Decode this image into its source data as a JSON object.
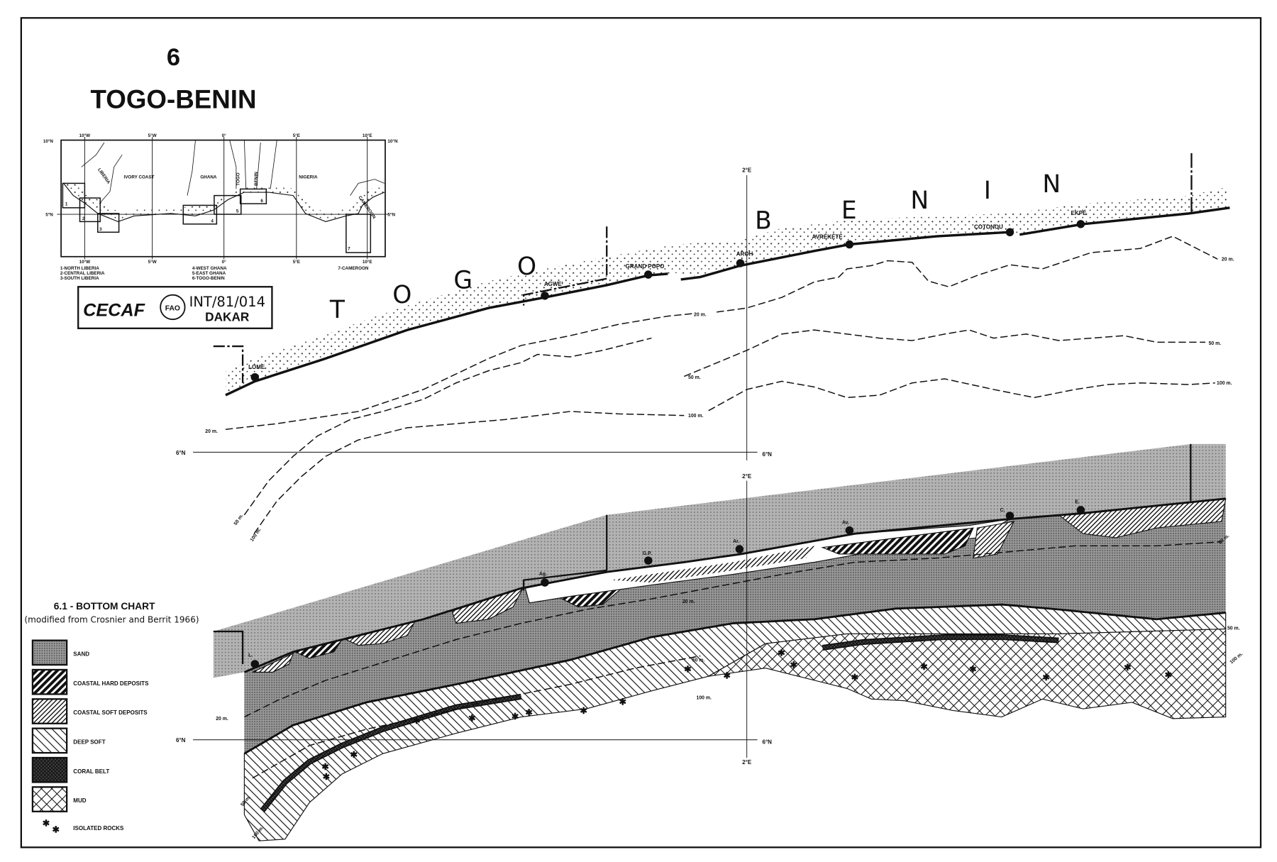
{
  "header": {
    "number": "6",
    "title": "TOGO-BENIN"
  },
  "inset": {
    "lat_labels": [
      "10°N",
      "5°N"
    ],
    "lon_labels": [
      "10°W",
      "5°W",
      "0°",
      "5°E",
      "10°E"
    ],
    "countries": [
      "IVORY COAST",
      "GHANA",
      "TOGO",
      "BENIN",
      "NIGERIA",
      "LIBERIA",
      "CAMEROON"
    ],
    "box_numbers": [
      "1",
      "2",
      "3",
      "4",
      "5",
      "6",
      "7"
    ],
    "key": [
      "1-NORTH LIBERIA",
      "2-CENTRAL LIBERIA",
      "3-SOUTH LIBERIA",
      "4-WEST GHANA",
      "5-EAST GHANA",
      "6-TOGO-BENIN",
      "7-CAMEROON"
    ]
  },
  "badge": {
    "org": "CECAF",
    "logo_text": "FAO",
    "project": "INT/81/014",
    "city": "DAKAR"
  },
  "upper_map": {
    "country_letters_togo": [
      "T",
      "O",
      "G",
      "O"
    ],
    "country_letters_benin": [
      "B",
      "E",
      "N",
      "I",
      "N"
    ],
    "towns": [
      "LOME",
      "AGWE'",
      "GRAND POPO",
      "AROH",
      "AVRÉKÉTÉ",
      "COTONOU",
      "EKPÉ"
    ],
    "meridian": "2°E",
    "parallel": "6°N",
    "depths": [
      "20 m.",
      "20 m.",
      "20 m.",
      "50 m.",
      "50 m.",
      "50 m.",
      "100 m.",
      "100 m.",
      "100 m."
    ]
  },
  "bottom_chart": {
    "title": "6.1 - BOTTOM CHART",
    "subtitle": "(modified from Crosnier and Berrit 1966)",
    "towns": [
      "L.",
      "Ag.",
      "G.P.",
      "Ar.",
      "Av.",
      "C.",
      "E."
    ],
    "meridian": "2°E",
    "parallel": "6°N",
    "depths": [
      "20 m.",
      "20 m.",
      "20 m.",
      "50 m.",
      "50 m.",
      "50 m.",
      "100 m.",
      "100 m.",
      "100 m."
    ],
    "legend": [
      "SAND",
      "COASTAL HARD DEPOSITS",
      "COASTAL SOFT DEPOSITS",
      "DEEP SOFT",
      "CORAL BELT",
      "MUD",
      "ISOLATED ROCKS"
    ]
  },
  "colors": {
    "ink": "#111111",
    "sand": "#8c8c8c",
    "paper": "#ffffff"
  }
}
